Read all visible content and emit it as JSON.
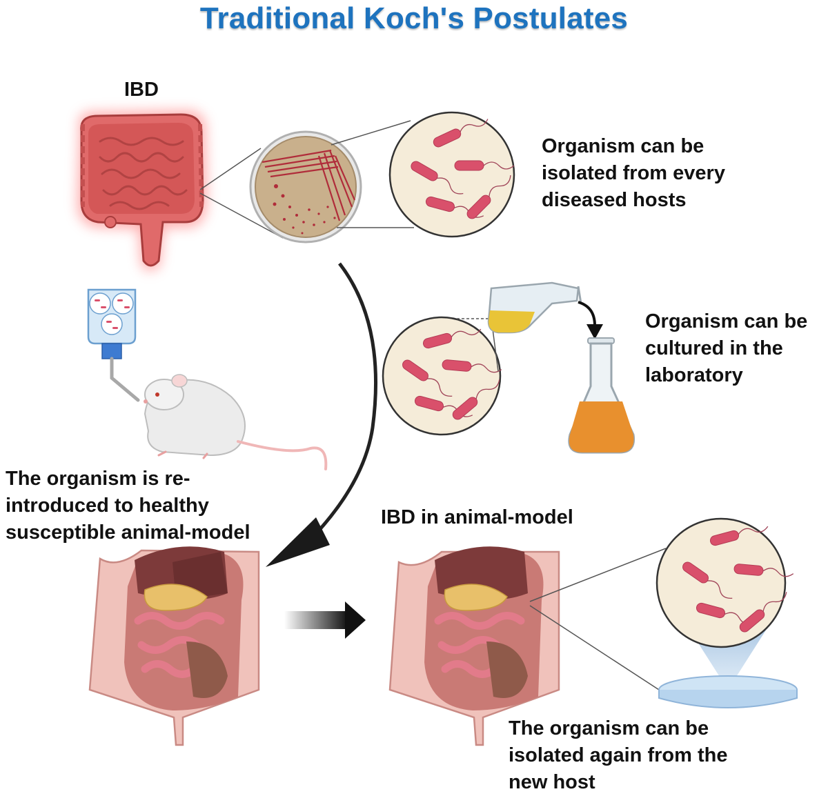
{
  "title": "Traditional Koch's Postulates",
  "labels": {
    "ibd": "IBD",
    "ibd_animal_model": "IBD in animal-model"
  },
  "steps": [
    {
      "lines": [
        "Organism can be",
        "isolated from every",
        "diseased hosts"
      ]
    },
    {
      "lines": [
        "Organism can be",
        "cultured in the",
        "laboratory"
      ]
    },
    {
      "lines": [
        "The organism is re-",
        "introduced to healthy",
        "susceptible animal-model"
      ]
    },
    {
      "lines": [
        "The organism can be",
        "isolated again from the",
        "new host"
      ]
    }
  ],
  "colors": {
    "title": "#1e73be",
    "bacteria": "#d9506b",
    "circle_fill": "#f5ecd9",
    "intestine": "#e06a6a",
    "culture_medium": "#e8902e"
  },
  "icons": [
    "colon-icon",
    "petri-dish-icon",
    "bacteria-icon",
    "flask-icon",
    "mouse-icon",
    "water-bottle-icon",
    "abdomen-icon",
    "arrow-icon"
  ]
}
